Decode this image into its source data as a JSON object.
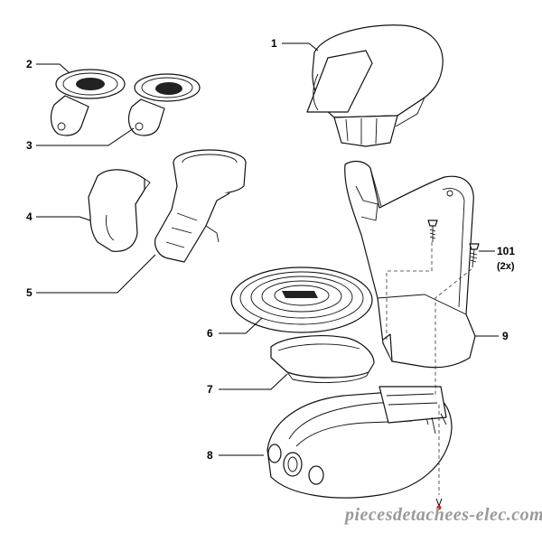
{
  "callouts": [
    {
      "id": "1",
      "text": "1"
    },
    {
      "id": "2",
      "text": "2"
    },
    {
      "id": "3",
      "text": "3"
    },
    {
      "id": "4",
      "text": "4"
    },
    {
      "id": "5",
      "text": "5"
    },
    {
      "id": "6",
      "text": "6"
    },
    {
      "id": "7",
      "text": "7"
    },
    {
      "id": "8",
      "text": "8"
    },
    {
      "id": "9",
      "text": "9"
    },
    {
      "id": "101",
      "text": "101"
    }
  ],
  "quantity_note": "(2x)",
  "watermark": "piecesdetachees-elec.com",
  "colors": {
    "line": "#000000",
    "background": "#ffffff",
    "watermark": "#9a9a9a",
    "marker": "#d0202a"
  }
}
